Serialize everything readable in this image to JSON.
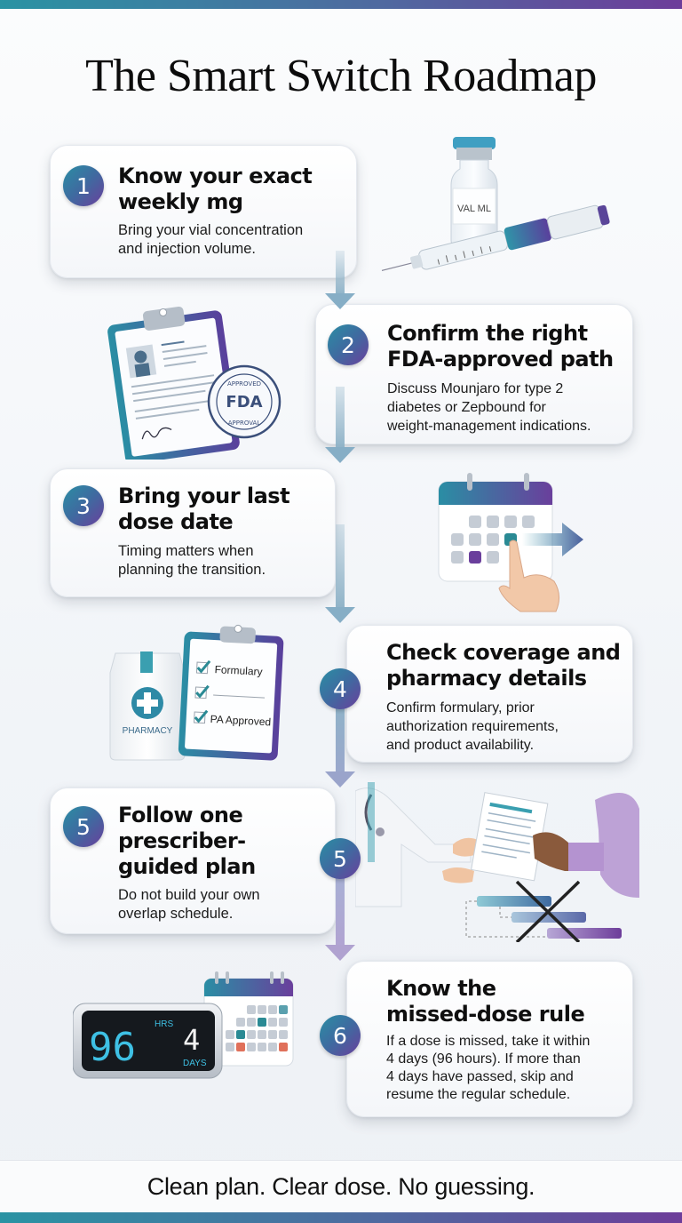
{
  "header": {
    "title": "The Smart Switch Roadmap"
  },
  "steps": [
    {
      "number": "1",
      "title_line1": "Know your exact",
      "title_line2": "weekly mg",
      "description_line1": "Bring your vial concentration",
      "description_line2": "and injection volume.",
      "illustration": "vial-and-injection-pen",
      "illustration_label": "VAL ML"
    },
    {
      "number": "2",
      "title_line1": "Confirm the right",
      "title_line2": "FDA-approved path",
      "description_line1": "Discuss Mounjaro for type 2",
      "description_line2": "diabetes or Zepbound for",
      "description_line3": "weight-management indications.",
      "illustration": "clipboard-with-fda-approval-stamp",
      "stamp_top": "APPROVED",
      "stamp_center": "FDA",
      "stamp_bottom": "APPROVAL"
    },
    {
      "number": "3",
      "title_line1": "Bring your last",
      "title_line2": "dose date",
      "description_line1": "Timing matters when",
      "description_line2": "planning the transition.",
      "illustration": "calendar-with-hand-and-arrow"
    },
    {
      "number": "4",
      "title_line1": "Check coverage and",
      "title_line2": "pharmacy details",
      "description_line1": "Confirm formulary, prior",
      "description_line2": "authorization requirements,",
      "description_line3": "and product availability.",
      "illustration": "pharmacy-bag-and-checklist",
      "bag_label": "PHARMACY",
      "checklist": [
        "Formulary",
        "",
        "PA Approved"
      ]
    },
    {
      "number": "5",
      "title_line1": "Follow one",
      "title_line2": "prescriber-",
      "title_line3": "guided plan",
      "description_line1": "Do not build your own",
      "description_line2": "overlap schedule.",
      "illustration": "doctor-handing-plan-with-crossed-overlap",
      "connector_badge": "5"
    },
    {
      "number": "6",
      "title_line1": "Know the",
      "title_line2": "missed-dose rule",
      "description_line1": "If a dose is missed, take it within",
      "description_line2": "4 days (96 hours). If more than",
      "description_line3": "4 days have passed, skip and",
      "description_line4": "resume the regular schedule.",
      "illustration": "digital-clock-and-calendar",
      "clock_hours": "96",
      "clock_hours_label": "HRS",
      "clock_days": "4",
      "clock_days_label": "DAYS"
    }
  ],
  "footer": {
    "tagline": "Clean plan. Clear dose. No guessing."
  },
  "colors": {
    "teal": "#2a93a3",
    "indigo": "#4f6aa0",
    "purple": "#6d3d9a",
    "connector": "#8fb3c8",
    "text": "#111111"
  }
}
